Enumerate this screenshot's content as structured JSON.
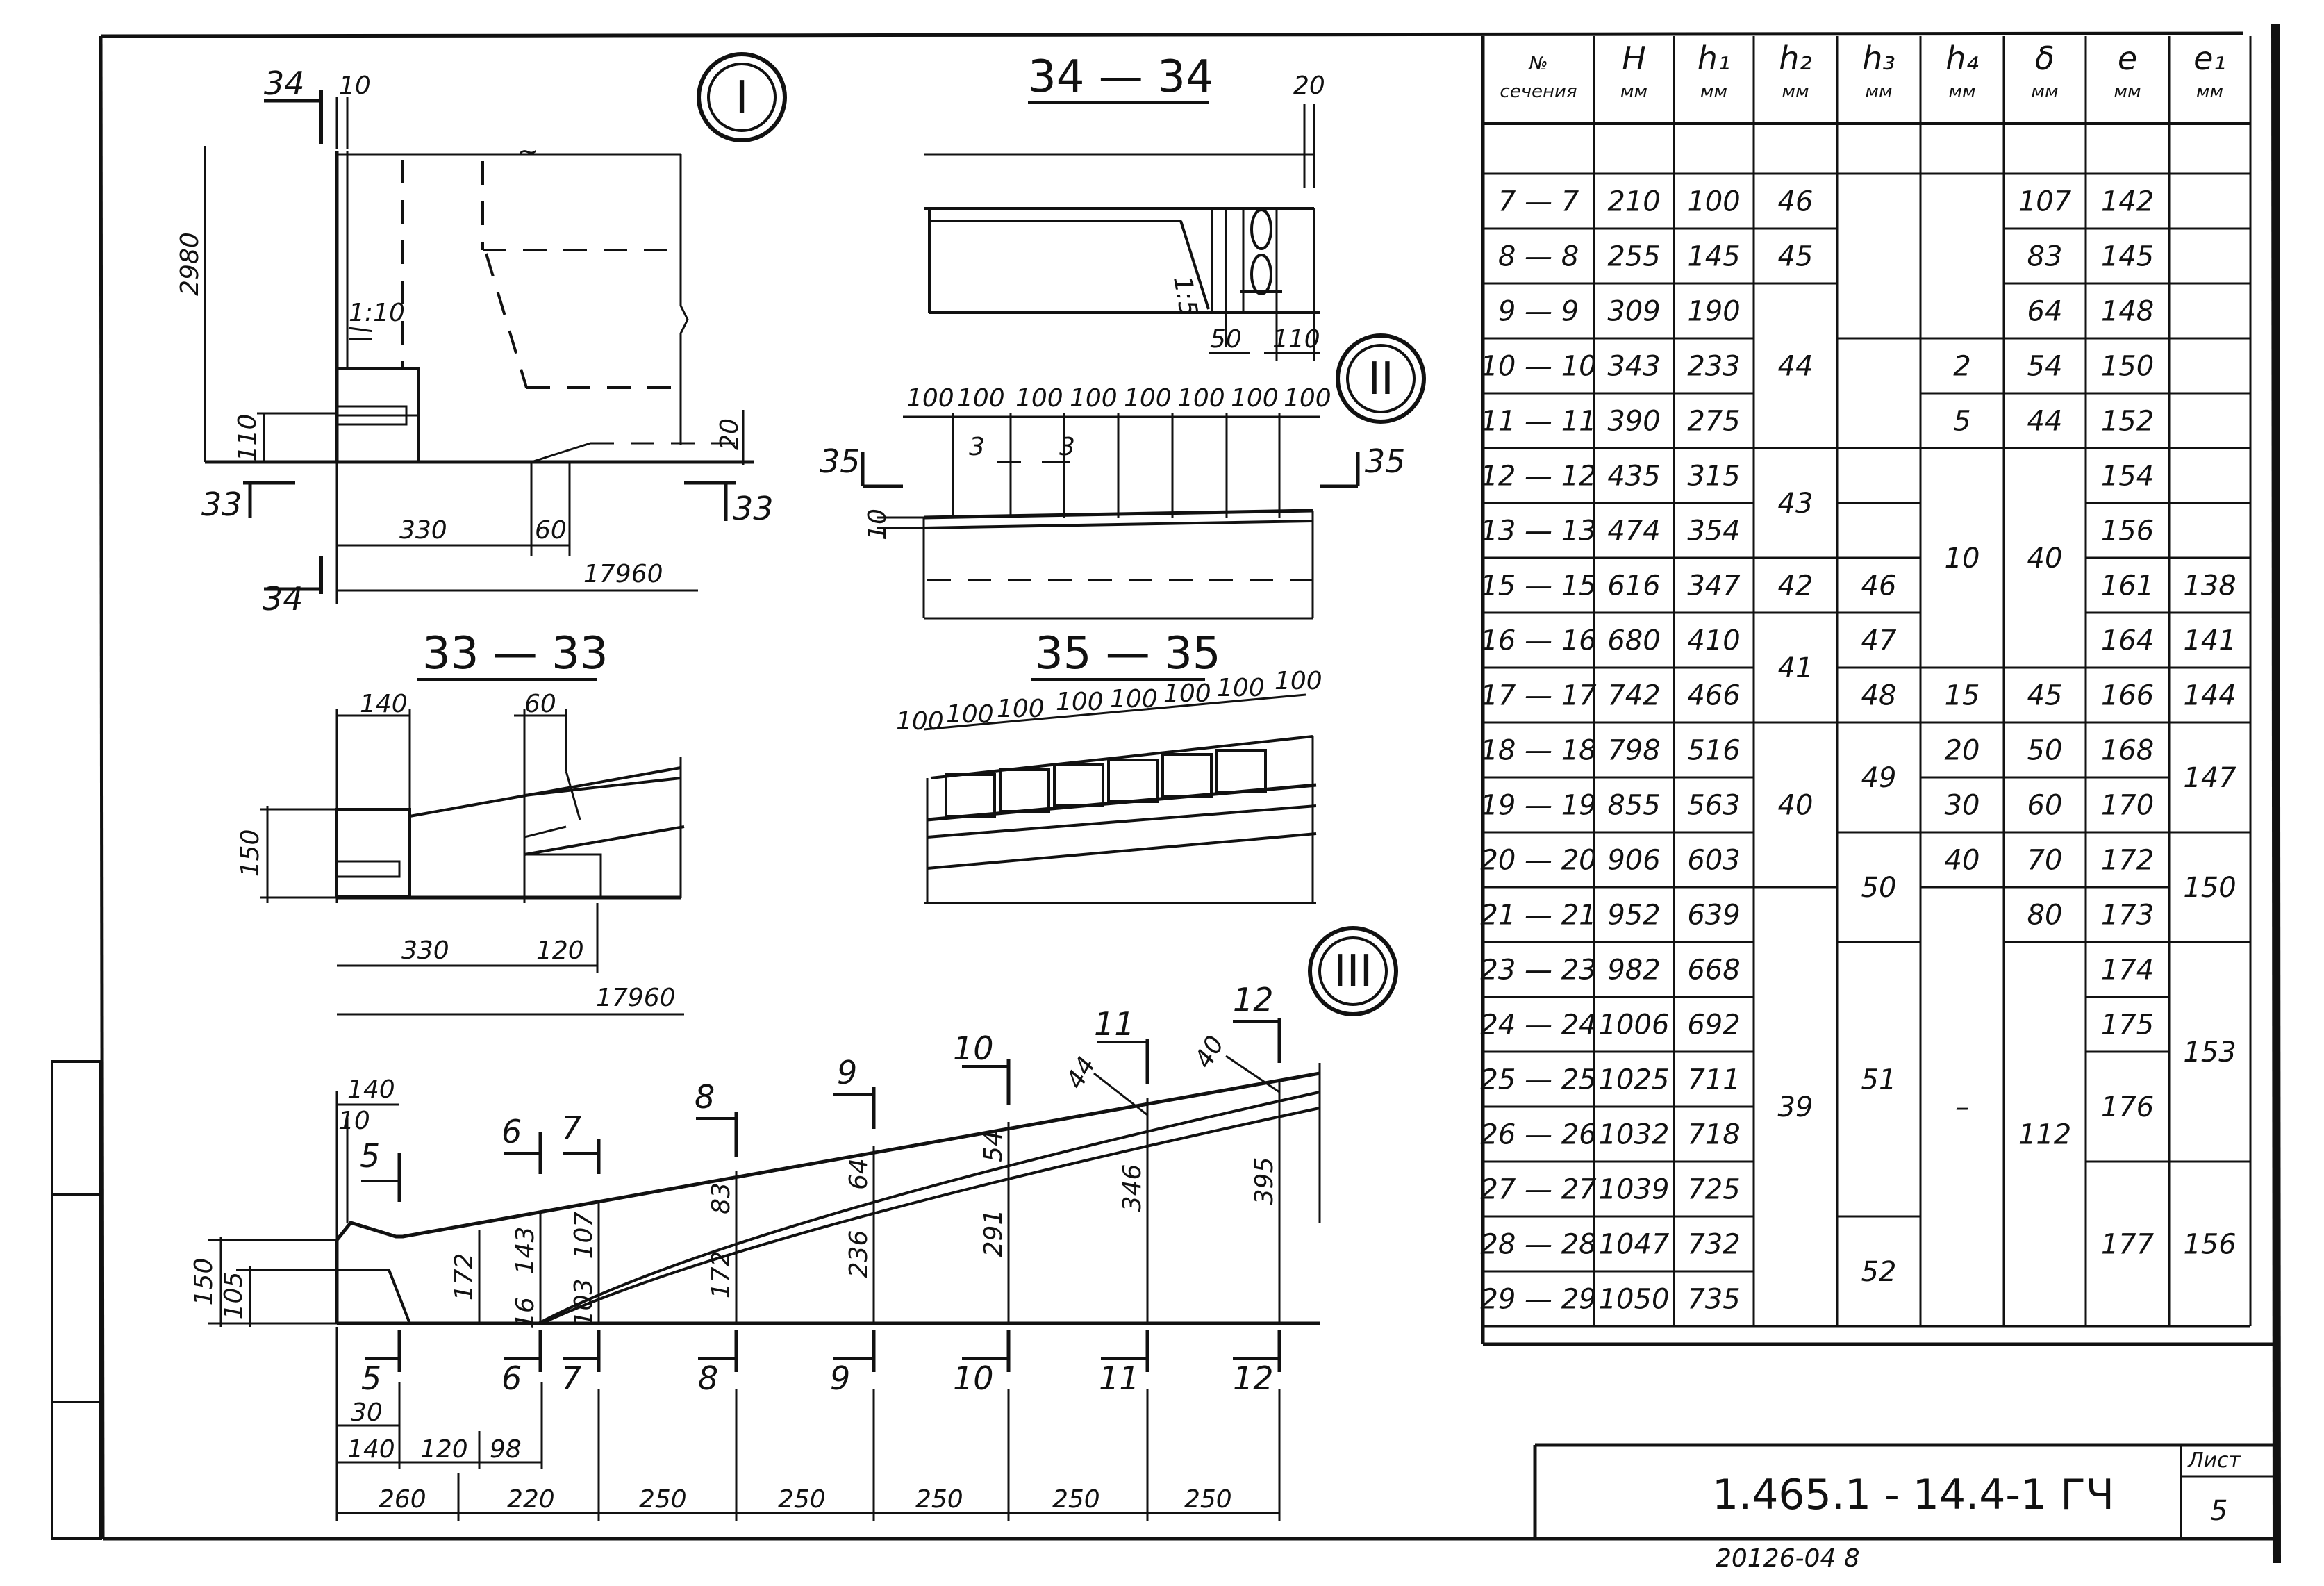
{
  "sections": {
    "view_I": {
      "callout": "I",
      "top_marker": "34",
      "top_dim": "10",
      "height_dim": "2980",
      "slope_label": "1:10",
      "dim_110": "110",
      "dim_20": "20",
      "cut_left": "33",
      "cut_right": "33",
      "dim_330": "330",
      "dim_60": "60",
      "bottom_marker": "34",
      "dim_17960": "17960"
    },
    "s34": {
      "title": "34 — 34",
      "dim_20": "20",
      "slope": "1:5",
      "dim_50": "50",
      "dim_110": "110"
    },
    "view_II": {
      "callout": "II",
      "spacing": [
        "100",
        "100",
        "100",
        "100",
        "100",
        "100",
        "100",
        "100"
      ],
      "dim_3a": "3",
      "dim_3b": "3",
      "cut_left": "35",
      "cut_right": "35",
      "dim_10": "10"
    },
    "s33": {
      "title": "33 — 33",
      "dim_140": "140",
      "dim_60": "60",
      "dim_150": "150",
      "dim_330": "330",
      "dim_120": "120",
      "dim_17960": "17960"
    },
    "s35": {
      "title": "35 — 35",
      "spacing": [
        "100",
        "100",
        "100",
        "100",
        "100",
        "100",
        "100",
        "100"
      ]
    },
    "view_III": {
      "callout": "III",
      "section_marks": [
        "5",
        "6",
        "7",
        "8",
        "9",
        "10",
        "11",
        "12"
      ],
      "dim_140": "140",
      "dim_10": "10",
      "dim_150": "150",
      "dim_105": "105",
      "heights": [
        "172",
        "143",
        "107",
        "103",
        "16",
        "172",
        "83",
        "236",
        "64",
        "291",
        "54",
        "346",
        "395"
      ],
      "angle_44": "44",
      "angle_40": "40",
      "bottom_dims_row1": [
        "30"
      ],
      "bottom_dims_row2": [
        "140",
        "120",
        "98"
      ],
      "bottom_dims_row3": [
        "260",
        "220",
        "250",
        "250",
        "250",
        "250",
        "250"
      ]
    }
  },
  "table": {
    "headers": [
      {
        "main": "№",
        "sub": "сечения"
      },
      {
        "main": "H",
        "sub": "мм"
      },
      {
        "main": "h₁",
        "sub": "мм"
      },
      {
        "main": "h₂",
        "sub": "мм"
      },
      {
        "main": "h₃",
        "sub": "мм"
      },
      {
        "main": "h₄",
        "sub": "мм"
      },
      {
        "main": "δ",
        "sub": "мм"
      },
      {
        "main": "e",
        "sub": "мм"
      },
      {
        "main": "e₁",
        "sub": "мм"
      }
    ],
    "rows": [
      [
        "7 — 7",
        "210",
        "100"
      ],
      [
        "8 — 8",
        "255",
        "145"
      ],
      [
        "9 — 9",
        "309",
        "190"
      ],
      [
        "10 — 10",
        "343",
        "233"
      ],
      [
        "11 — 11",
        "390",
        "275"
      ],
      [
        "12 — 12",
        "435",
        "315"
      ],
      [
        "13 — 13",
        "474",
        "354"
      ],
      [
        "15 — 15",
        "616",
        "347"
      ],
      [
        "16 — 16",
        "680",
        "410"
      ],
      [
        "17 — 17",
        "742",
        "466"
      ],
      [
        "18 — 18",
        "798",
        "516"
      ],
      [
        "19 — 19",
        "855",
        "563"
      ],
      [
        "20 — 20",
        "906",
        "603"
      ],
      [
        "21 — 21",
        "952",
        "639"
      ],
      [
        "23 — 23",
        "982",
        "668"
      ],
      [
        "24 — 24",
        "1006",
        "692"
      ],
      [
        "25 — 25",
        "1025",
        "711"
      ],
      [
        "26 — 26",
        "1032",
        "718"
      ],
      [
        "27 — 27",
        "1039",
        "725"
      ],
      [
        "28 — 28",
        "1047",
        "732"
      ],
      [
        "29 — 29",
        "1050",
        "735"
      ]
    ],
    "h2": [
      "46",
      "45",
      "44",
      "43",
      "42",
      "41",
      "40",
      "39"
    ],
    "h3": [
      "46",
      "47",
      "48",
      "49",
      "50",
      "51",
      "52"
    ],
    "h4": [
      "2",
      "5",
      "10",
      "15",
      "20",
      "30",
      "40",
      "–"
    ],
    "delta": [
      "107",
      "83",
      "64",
      "54",
      "44",
      "40",
      "45",
      "50",
      "60",
      "70",
      "80",
      "112"
    ],
    "e": [
      "142",
      "145",
      "148",
      "150",
      "152",
      "154",
      "156",
      "161",
      "164",
      "166",
      "168",
      "170",
      "172",
      "173",
      "174",
      "175",
      "176",
      "177"
    ],
    "e1": [
      "138",
      "141",
      "144",
      "147",
      "150",
      "153",
      "156"
    ]
  },
  "title_block": {
    "code": "1.465.1 - 14.4-1 ГЧ",
    "sheet_label": "Лист",
    "sheet_number": "5",
    "stamp": "20126-04     8"
  }
}
